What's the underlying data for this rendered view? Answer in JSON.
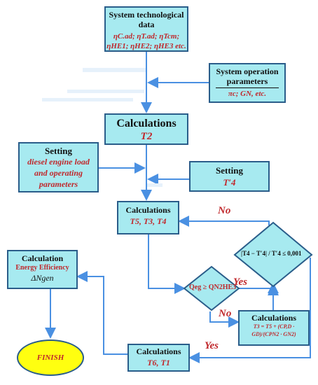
{
  "boxes": {
    "tech_data": {
      "title": "System technological data",
      "line1": "ηC.ad; ηT.ad; ηTcm;",
      "line2": "ηHE1; ηHE2; ηHE3 etc."
    },
    "operation": {
      "title": "System operation parameters",
      "params": "πc; GN, etc."
    },
    "calc_t2": {
      "title": "Calculations",
      "value": "T2"
    },
    "setting_engine": {
      "title": "Setting",
      "text": "diesel engine load and operating parameters"
    },
    "setting_t4": {
      "title": "Setting",
      "value": "T′4"
    },
    "calc_t5": {
      "title": "Calculations",
      "value": "T5, T3, T4"
    },
    "check": {
      "expr": "|T4 − T′4| / T′4 ≤ 0,001"
    },
    "decision": {
      "expr": "Qeg ≥ QN2HE3"
    },
    "calc_t3": {
      "title": "Calculations",
      "formula": "T3 = T5 + (CP,D · GD)/(CPN2 · GN2)"
    },
    "efficiency": {
      "title": "Calculation",
      "subtitle": "Energy Efficiency",
      "value": "ΔNgen"
    },
    "calc_t6": {
      "title": "Calculations",
      "value": "T6, T1"
    },
    "finish": {
      "label": "FINISH"
    }
  },
  "labels": {
    "no_top": "No",
    "yes_mid": "Yes",
    "no_mid": "No",
    "yes_bottom": "Yes"
  },
  "colors": {
    "box_fill": "#a7eaf0",
    "box_border": "#2a5d8a",
    "arrow": "#4a90e2",
    "label_red": "#c0282c",
    "finish_fill": "#ffff10"
  }
}
